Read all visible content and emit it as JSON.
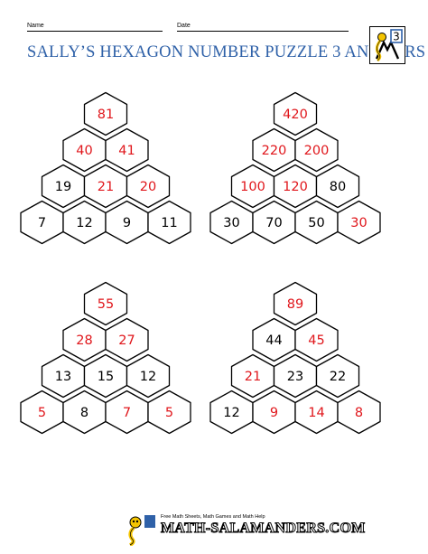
{
  "header": {
    "name_label": "Name",
    "date_label": "Date",
    "title": "SALLY’S HEXAGON NUMBER PUZZLE 3 ANSWERS",
    "grade_badge": "3"
  },
  "colors": {
    "title": "#2f61a8",
    "answer": "#e0161b",
    "given": "#000000"
  },
  "puzzles": [
    {
      "rows": [
        [
          {
            "v": "81",
            "answer": true
          }
        ],
        [
          {
            "v": "40",
            "answer": true
          },
          {
            "v": "41",
            "answer": true
          }
        ],
        [
          {
            "v": "19",
            "answer": false
          },
          {
            "v": "21",
            "answer": true
          },
          {
            "v": "20",
            "answer": true
          }
        ],
        [
          {
            "v": "7",
            "answer": false
          },
          {
            "v": "12",
            "answer": false
          },
          {
            "v": "9",
            "answer": false
          },
          {
            "v": "11",
            "answer": false
          }
        ]
      ]
    },
    {
      "rows": [
        [
          {
            "v": "420",
            "answer": true
          }
        ],
        [
          {
            "v": "220",
            "answer": true
          },
          {
            "v": "200",
            "answer": true
          }
        ],
        [
          {
            "v": "100",
            "answer": true
          },
          {
            "v": "120",
            "answer": true
          },
          {
            "v": "80",
            "answer": false
          }
        ],
        [
          {
            "v": "30",
            "answer": false
          },
          {
            "v": "70",
            "answer": false
          },
          {
            "v": "50",
            "answer": false
          },
          {
            "v": "30",
            "answer": true
          }
        ]
      ]
    },
    {
      "rows": [
        [
          {
            "v": "55",
            "answer": true
          }
        ],
        [
          {
            "v": "28",
            "answer": true
          },
          {
            "v": "27",
            "answer": true
          }
        ],
        [
          {
            "v": "13",
            "answer": false
          },
          {
            "v": "15",
            "answer": false
          },
          {
            "v": "12",
            "answer": false
          }
        ],
        [
          {
            "v": "5",
            "answer": true
          },
          {
            "v": "8",
            "answer": false
          },
          {
            "v": "7",
            "answer": true
          },
          {
            "v": "5",
            "answer": true
          }
        ]
      ]
    },
    {
      "rows": [
        [
          {
            "v": "89",
            "answer": true
          }
        ],
        [
          {
            "v": "44",
            "answer": false
          },
          {
            "v": "45",
            "answer": true
          }
        ],
        [
          {
            "v": "21",
            "answer": true
          },
          {
            "v": "23",
            "answer": false
          },
          {
            "v": "22",
            "answer": false
          }
        ],
        [
          {
            "v": "12",
            "answer": false
          },
          {
            "v": "9",
            "answer": true
          },
          {
            "v": "14",
            "answer": true
          },
          {
            "v": "8",
            "answer": true
          }
        ]
      ]
    }
  ],
  "footer": {
    "tagline": "Free Math Sheets, Math Games and Math Help",
    "brand": "MATH-SALAMANDERS.COM"
  }
}
